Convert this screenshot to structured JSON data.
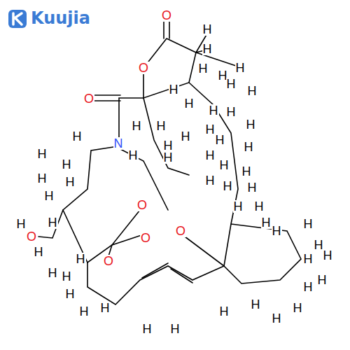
{
  "diagram": {
    "labels": [
      "Kuujia",
      "O",
      "O",
      "O",
      "N",
      "O",
      "O",
      "O",
      "O",
      "O",
      "H",
      "H",
      "H",
      "H",
      "H",
      "H",
      "H",
      "H",
      "H",
      "H",
      "H",
      "H",
      "H",
      "H",
      "H",
      "H",
      "H",
      "H",
      "H",
      "H",
      "H",
      "H",
      "H",
      "H",
      "H",
      "H",
      "H",
      "H",
      "H",
      "H",
      "H",
      "H",
      "H",
      "H",
      "H",
      "H",
      "H",
      "H",
      "H",
      "H",
      "H",
      "H",
      "H",
      "H",
      "H",
      "H",
      "H",
      "H",
      "H",
      "H",
      "H",
      "H",
      "H",
      "H",
      "H",
      "H",
      "H",
      "H"
    ]
  }
}
